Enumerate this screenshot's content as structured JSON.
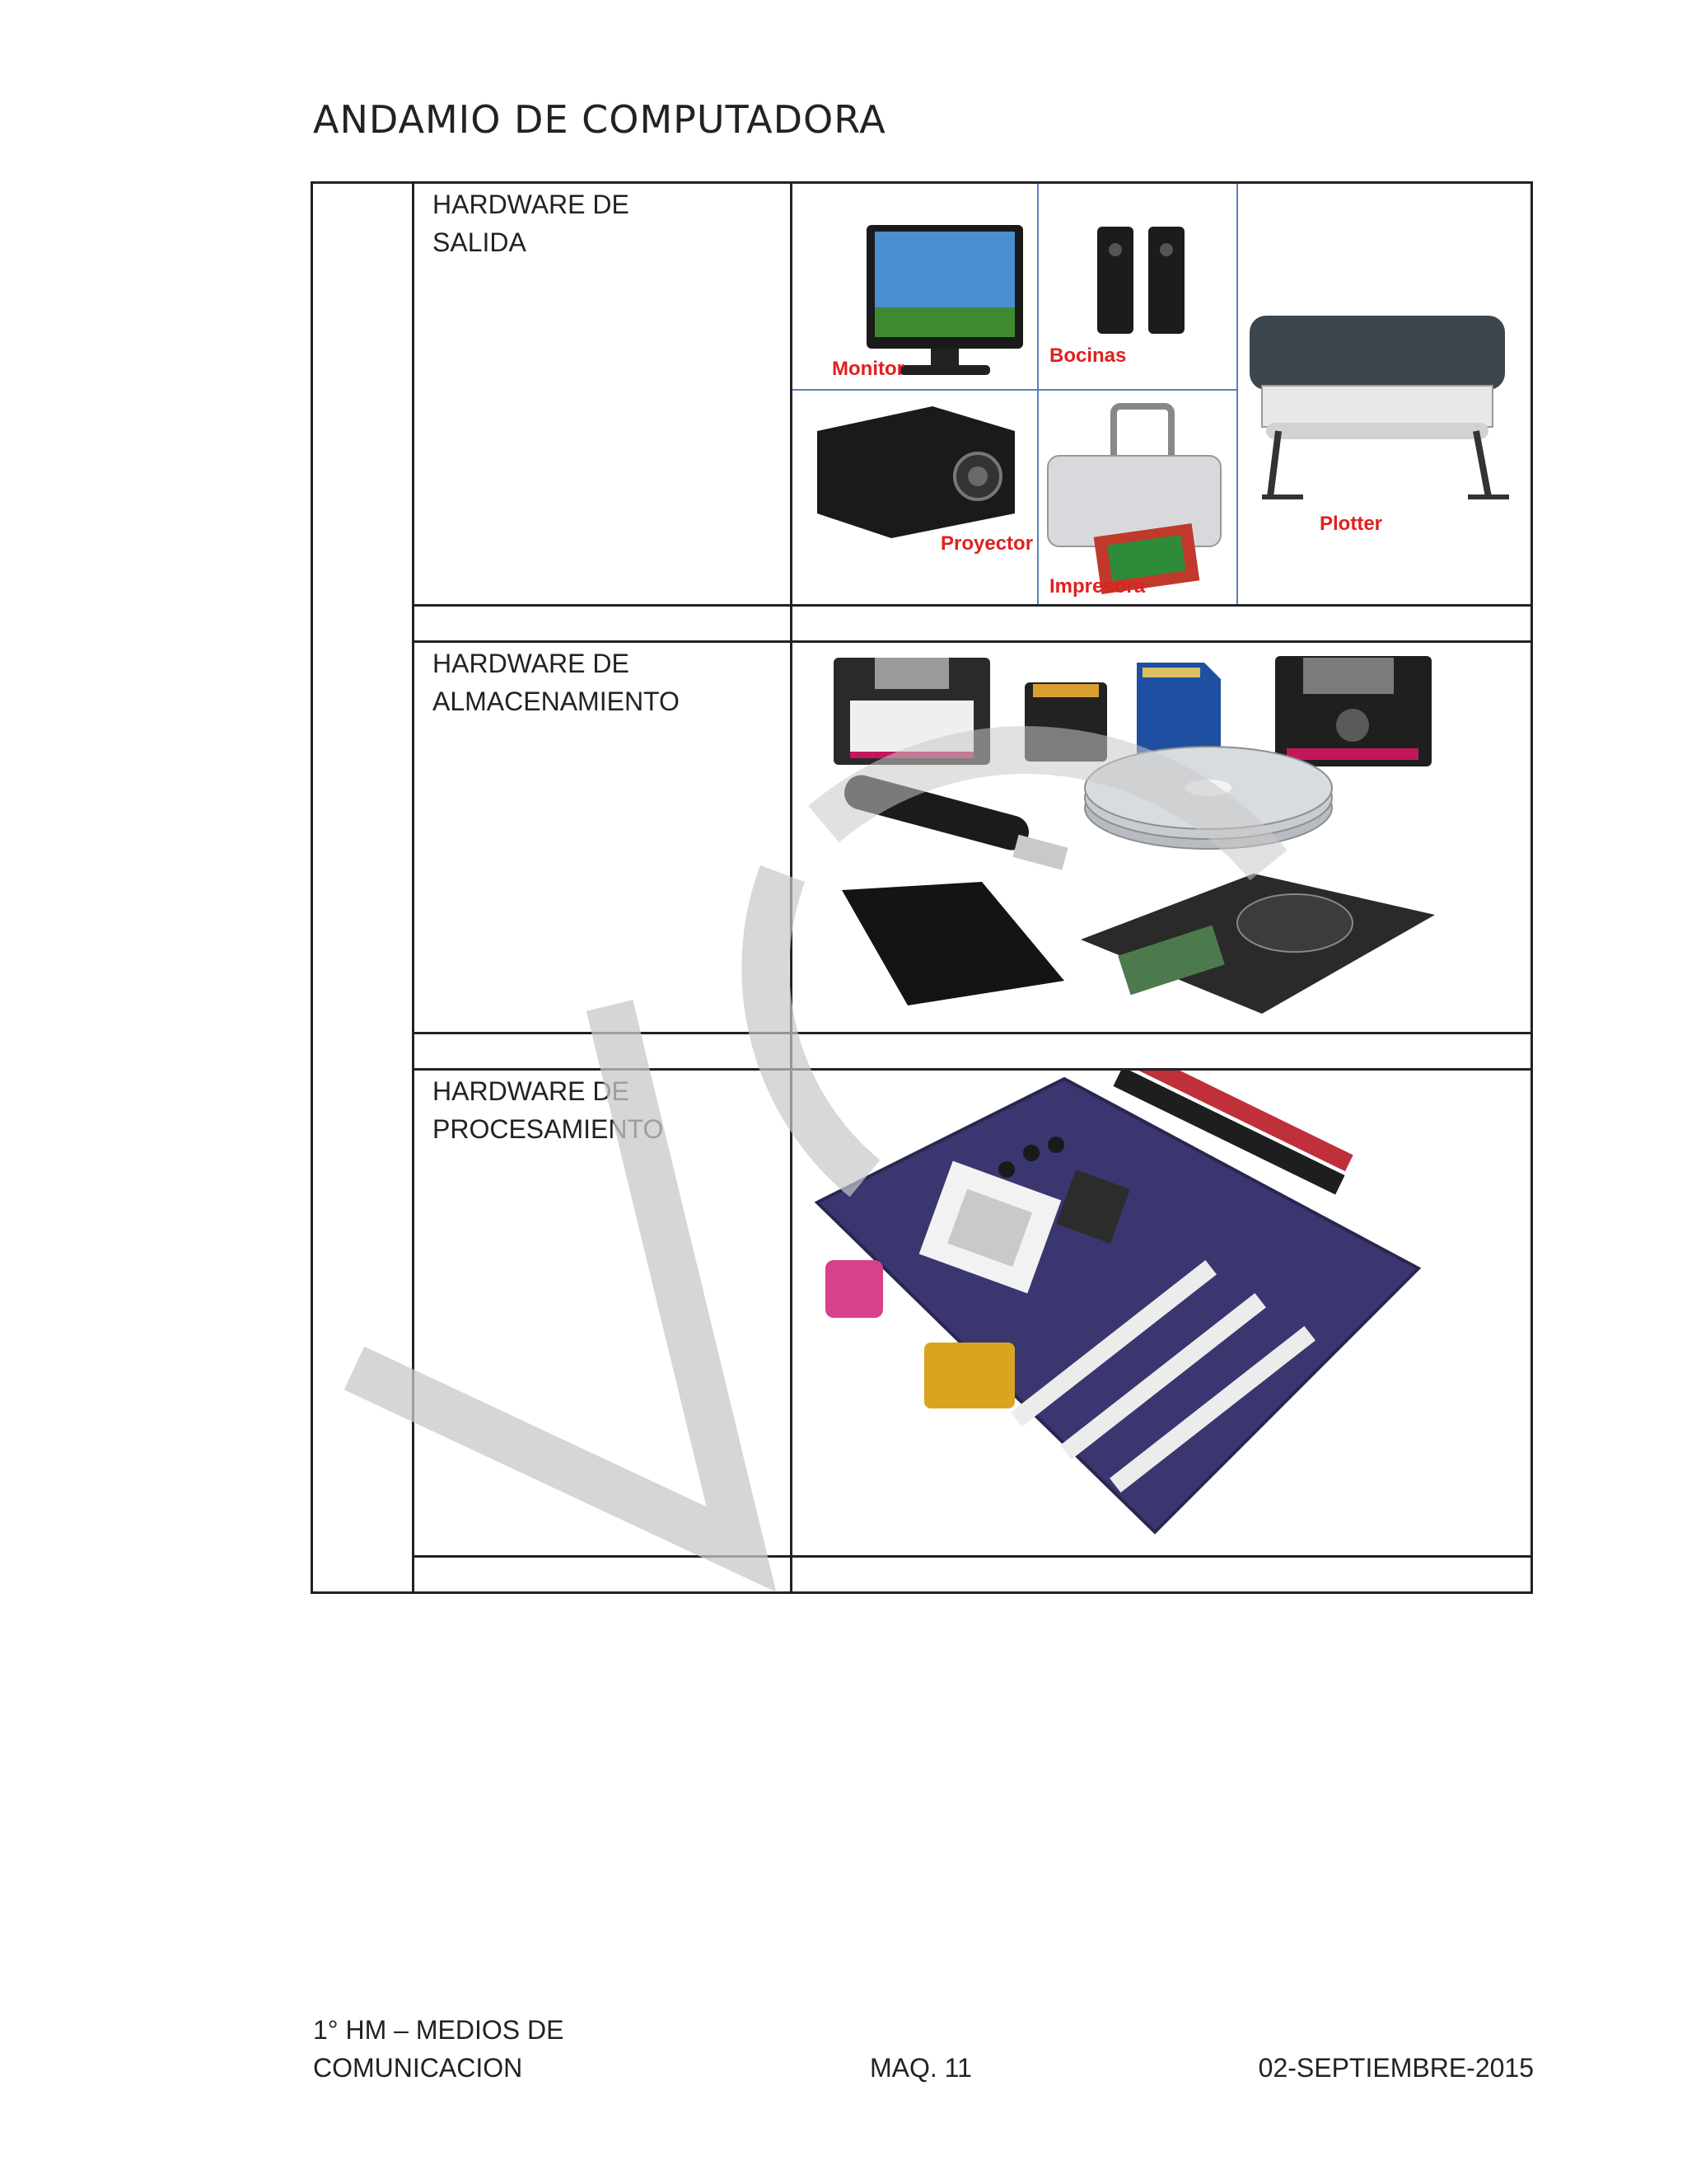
{
  "document": {
    "title": "ANDAMIO DE COMPUTADORA"
  },
  "table": {
    "rows": [
      {
        "label": "HARDWARE DE SALIDA",
        "image_captions": [
          "Monitor",
          "Bocinas",
          "Proyector",
          "Impresora",
          "Plotter"
        ]
      },
      {
        "label": "HARDWARE DE ALMACENAMIENTO",
        "image_captions": []
      },
      {
        "label": "HARDWARE DE PROCESAMIENTO",
        "image_captions": []
      }
    ]
  },
  "footer": {
    "course": "1° HM – MEDIOS DE COMUNICACION",
    "machine": "MAQ. 11",
    "date": "02-SEPTIEMBRE-2015"
  },
  "colors": {
    "caption_red": "#e0201f",
    "watermark": "#c8c8c8",
    "border": "#222222"
  },
  "icons": [
    "monitor-icon",
    "speaker-icon",
    "projector-icon",
    "printer-icon",
    "plotter-icon",
    "floppy-disk-icon",
    "sd-card-icon",
    "usb-drive-icon",
    "cd-stack-icon",
    "external-drive-icon",
    "hard-disk-icon",
    "motherboard-icon"
  ]
}
